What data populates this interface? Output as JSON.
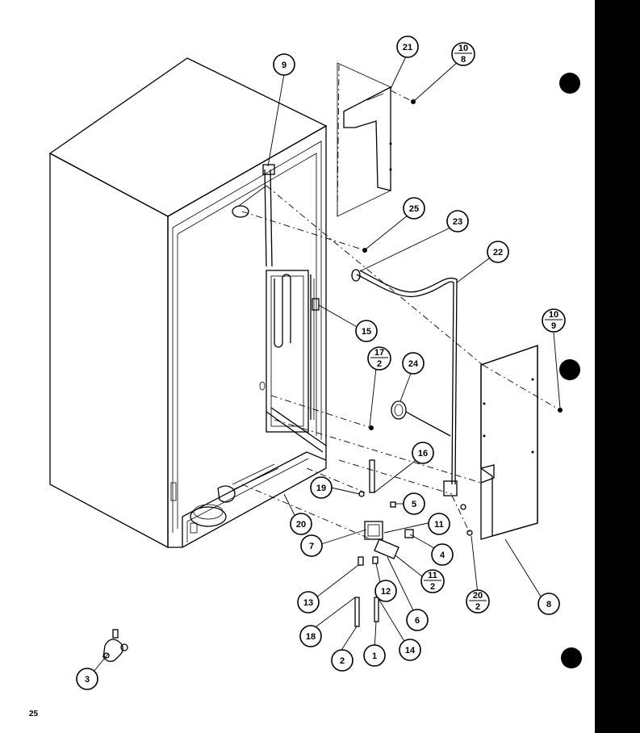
{
  "page_number": "25",
  "callouts": [
    {
      "id": "c21",
      "label": "21"
    },
    {
      "id": "c10-8",
      "num": "10",
      "den": "8"
    },
    {
      "id": "c9",
      "label": "9"
    },
    {
      "id": "c25",
      "label": "25"
    },
    {
      "id": "c23",
      "label": "23"
    },
    {
      "id": "c22",
      "label": "22"
    },
    {
      "id": "c15",
      "label": "15"
    },
    {
      "id": "c10-9",
      "num": "10",
      "den": "9"
    },
    {
      "id": "c17-2",
      "num": "17",
      "den": "2"
    },
    {
      "id": "c24",
      "label": "24"
    },
    {
      "id": "c16",
      "label": "16"
    },
    {
      "id": "c19",
      "label": "19"
    },
    {
      "id": "c5",
      "label": "5"
    },
    {
      "id": "c20",
      "label": "20"
    },
    {
      "id": "c11",
      "label": "11"
    },
    {
      "id": "c7",
      "label": "7"
    },
    {
      "id": "c4",
      "label": "4"
    },
    {
      "id": "c11-2",
      "num": "11",
      "den": "2"
    },
    {
      "id": "c13",
      "label": "13"
    },
    {
      "id": "c12",
      "label": "12"
    },
    {
      "id": "c20-2",
      "num": "20",
      "den": "2"
    },
    {
      "id": "c8",
      "label": "8"
    },
    {
      "id": "c6",
      "label": "6"
    },
    {
      "id": "c18",
      "label": "18"
    },
    {
      "id": "c2",
      "label": "2"
    },
    {
      "id": "c1",
      "label": "1"
    },
    {
      "id": "c14",
      "label": "14"
    },
    {
      "id": "c3",
      "label": "3"
    }
  ]
}
